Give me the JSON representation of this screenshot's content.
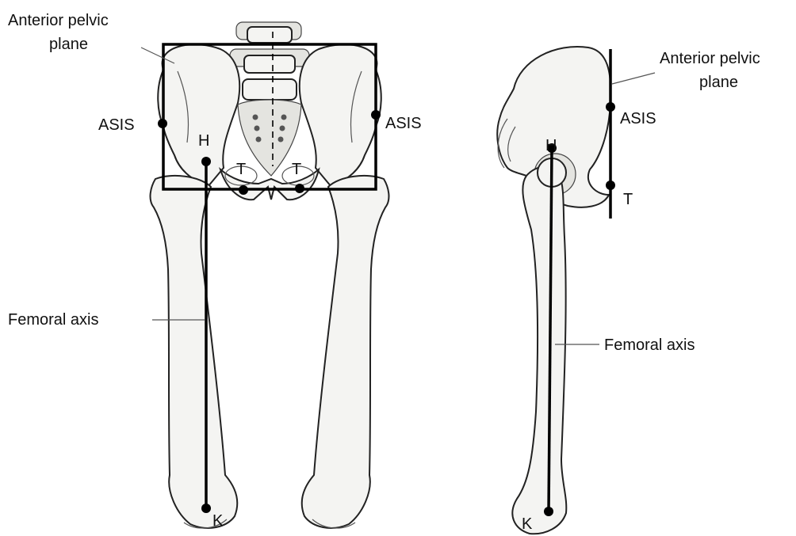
{
  "front_view": {
    "plane_label_line1": "Anterior pelvic",
    "plane_label_line2": "plane",
    "asis_left": "ASIS",
    "asis_right": "ASIS",
    "hip_point": "H",
    "tubercle_left": "T",
    "tubercle_right": "T",
    "femoral_axis": "Femoral  axis",
    "knee_point": "K"
  },
  "side_view": {
    "plane_label_line1": "Anterior pelvic",
    "plane_label_line2": "plane",
    "asis": "ASIS",
    "hip_point": "H",
    "tubercle": "T",
    "femoral_axis": "Femoral  axis",
    "knee_point": "K"
  },
  "colors": {
    "line": "#000000",
    "bone_fill": "#f4f4f2",
    "leader": "#555555"
  }
}
